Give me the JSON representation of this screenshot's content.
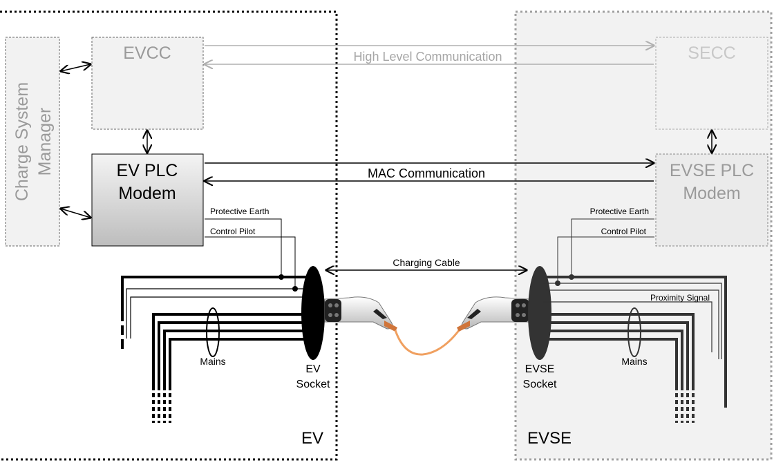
{
  "labels": {
    "charge_system_manager": [
      "Charge System",
      "Manager"
    ],
    "evcc": "EVCC",
    "secc": "SECC",
    "ev_plc_modem": [
      "EV PLC",
      "Modem"
    ],
    "evse_plc_modem": [
      "EVSE PLC",
      "Modem"
    ],
    "high_level_communication": "High Level Communication",
    "mac_communication": "MAC Communication",
    "protective_earth_left": "Protective Earth",
    "control_pilot_left": "Control Pilot",
    "protective_earth_right": "Protective Earth",
    "control_pilot_right": "Control Pilot",
    "proximity_signal": "Proximity Signal",
    "charging_cable": "Charging Cable",
    "mains_left": "Mains",
    "mains_right": "Mains",
    "ev_socket": [
      "EV",
      "Socket"
    ],
    "evse_socket": [
      "EVSE",
      "Socket"
    ],
    "ev_zone": "EV",
    "evse_zone": "EVSE"
  },
  "colors": {
    "ev_border": "#000000",
    "evse_zone_bg": "#f2f2f2",
    "evse_border": "#a0a0a0",
    "hlc_arrow": "#b0b0b0",
    "cable": "#f0a060",
    "socket": "#000000",
    "evse_socket": "#333333"
  }
}
